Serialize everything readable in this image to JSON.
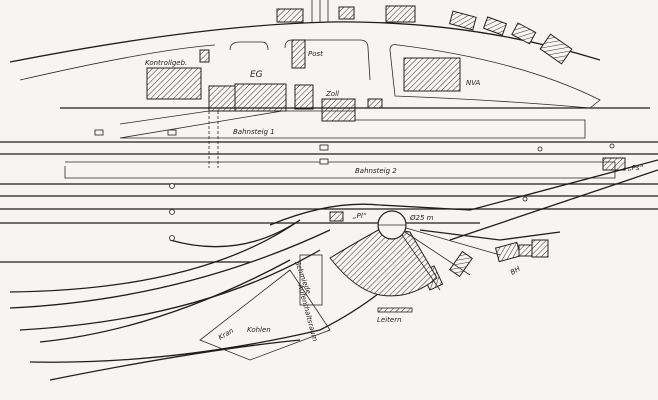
{
  "labels": {
    "kontrollgeb": "Kontrollgeb.",
    "eg": "EG",
    "post": "Post",
    "zoll": "Zoll",
    "nva": "NVA",
    "bahnsteig1": "Bahnsteig 1",
    "bahnsteig2": "Bahnsteig 2",
    "ps": "„Ps“",
    "pl": "„Pl“",
    "turntable": "Ø25 m",
    "bh": "BH",
    "schmiede": "Schmiede",
    "aufenthaltsraum": "Aufenthaltsraum",
    "leitern": "Leitern",
    "kohlen": "Kohlen",
    "kran": "Kran"
  }
}
